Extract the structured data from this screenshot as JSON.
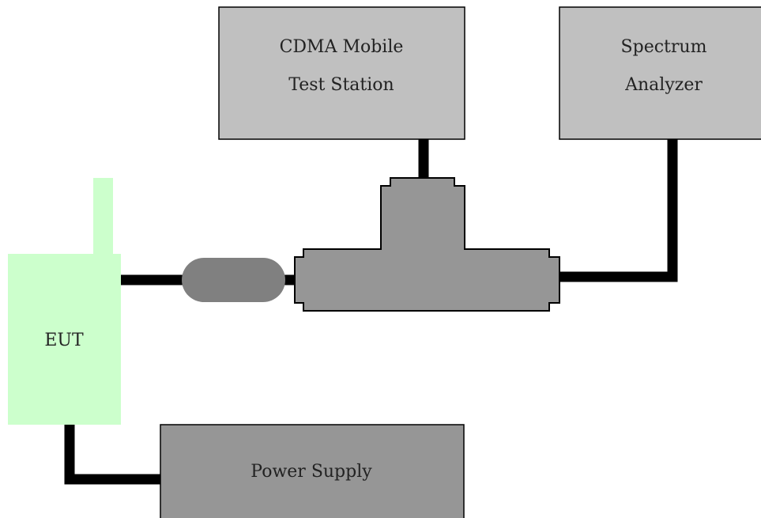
{
  "diagram": {
    "cdma_station": {
      "line1": "CDMA Mobile",
      "line2": "Test Station"
    },
    "spectrum_analyzer": {
      "line1": "Spectrum",
      "line2": "Analyzer"
    },
    "eut": {
      "label": "EUT"
    },
    "power_supply": {
      "label": "Power Supply"
    }
  },
  "colors": {
    "instrument_box": "#c0c0c0",
    "power_supply_box": "#969696",
    "eut_fill": "#ccffcc",
    "t_connector_fill": "#969696",
    "attenuator_fill": "#808080",
    "cable": "#000000",
    "border": "#000000"
  }
}
